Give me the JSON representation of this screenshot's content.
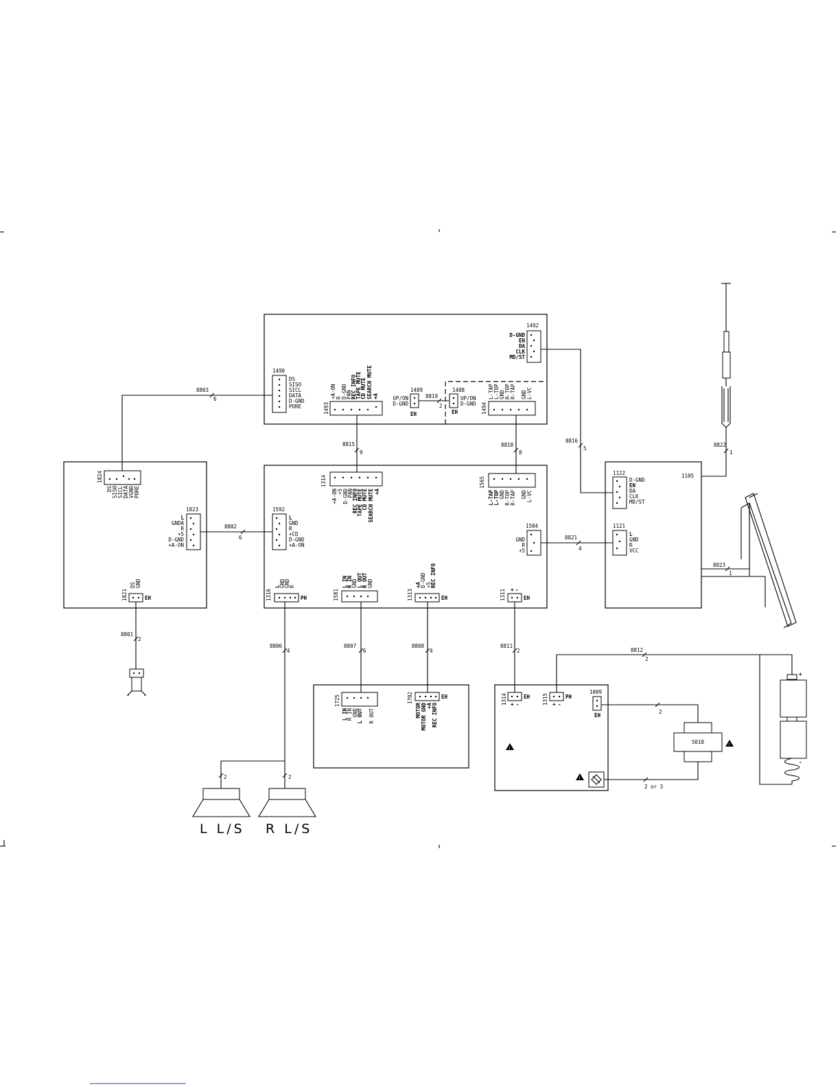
{
  "modules": {
    "top": {
      "c1492": {
        "ref": "1492",
        "pins": [
          "D-GND",
          "EN",
          "DA",
          "CLK",
          "MD/ST"
        ]
      },
      "c1490": {
        "ref": "1490",
        "pins": [
          "DS",
          "SISO",
          "SICL",
          "DATA",
          "D-GND",
          "PORE"
        ]
      },
      "c1493": {
        "ref": "1493",
        "pins": [
          "+A-ON",
          "R",
          "D-GND",
          "PAN",
          "REC INFO",
          "TAPE MUTE",
          "CD MUTE",
          "SEARCH MUTE",
          "+A"
        ]
      },
      "c1489": {
        "ref": "1489",
        "pins": [
          "UP/ON",
          "D-GND"
        ],
        "type": "EH"
      },
      "c1488": {
        "ref": "1488",
        "pins": [
          "UP/ON",
          "D-GND"
        ],
        "type": "EH"
      },
      "c1494": {
        "ref": "1494",
        "pins": [
          "L-TAP",
          "L-TOP",
          "GND",
          "R-TOP",
          "R-TAP",
          "GND",
          "L-VC"
        ]
      },
      "w8819": {
        "ref": "8819",
        "n": "2"
      }
    },
    "left": {
      "c1824": {
        "ref": "1824",
        "pins": [
          "DS",
          "SISO",
          "SICL",
          "DATA",
          "VGND",
          "PORE"
        ]
      },
      "c1823": {
        "ref": "1823",
        "pins": [
          "L",
          "GNDA",
          "R",
          "+5",
          "D-GND",
          "+A-ON"
        ]
      },
      "c1821": {
        "ref": "1821",
        "pins": [
          "DS",
          "GND"
        ],
        "type": "EH"
      }
    },
    "main": {
      "c1314": {
        "ref": "1314",
        "pins": [
          "+A-ON",
          "+5",
          "D-GND",
          "PAN",
          "REC INFO",
          "TAPE MUTE",
          "CD MUTE",
          "SEARCH MUTE",
          "+A"
        ]
      },
      "c1565": {
        "ref": "1565",
        "pins": [
          "L-TAP",
          "L-TOP",
          "GND",
          "R-TOP",
          "R-TAP",
          "GND",
          "L-VC"
        ]
      },
      "c1592": {
        "ref": "1592",
        "pins": [
          "L",
          "GND",
          "R",
          "+CD",
          "D-GND",
          "+A-ON"
        ]
      },
      "c1584": {
        "ref": "1584",
        "pins": [
          "GND",
          "R",
          "+5"
        ]
      },
      "c1316": {
        "ref": "1316",
        "pins": [
          "L",
          "GND",
          "GND",
          "R"
        ],
        "type": "PH"
      },
      "c1581": {
        "ref": "1581",
        "pins": [
          "L IN",
          "R IN",
          "GND",
          "L OUT",
          "R OUT",
          "GND"
        ]
      },
      "c1313": {
        "ref": "1313",
        "pins": [
          "+A",
          "D-GND",
          "+5",
          "REC INFO"
        ],
        "type": "EH"
      },
      "c1311": {
        "ref": "1311",
        "pins": [
          "+",
          "-"
        ],
        "type": "EH"
      }
    },
    "right": {
      "c1122": {
        "ref": "1122",
        "pins": [
          "D-GND",
          "EN",
          "DA",
          "CLK",
          "MD/ST"
        ]
      },
      "c1121": {
        "ref": "1121",
        "pins": [
          "L",
          "GND",
          "R",
          "VCC"
        ]
      },
      "c1105": {
        "ref": "1105"
      }
    },
    "tape": {
      "c1725": {
        "ref": "1725",
        "pins": [
          "L IN",
          "R IN",
          "GND",
          "L OUT",
          "R OUT"
        ]
      },
      "c1702": {
        "ref": "1702",
        "pins": [
          "MOTOR",
          "MOTOR GND",
          "+A",
          "REC INFO"
        ],
        "type": "EH"
      }
    },
    "power": {
      "c1314": {
        "ref": "1314",
        "type": "EH"
      },
      "c1315": {
        "ref": "1315",
        "type": "PH"
      },
      "c1009": {
        "ref": "1009",
        "type": "EH"
      },
      "transformer": {
        "ref": "5018"
      }
    }
  },
  "wires": [
    {
      "id": "w8803",
      "ref": "8803",
      "n": "6"
    },
    {
      "id": "w8815",
      "ref": "8815",
      "n": "9"
    },
    {
      "id": "w8818",
      "ref": "8818",
      "n": "8"
    },
    {
      "id": "w8816",
      "ref": "8816",
      "n": "5"
    },
    {
      "id": "w8822",
      "ref": "8822",
      "n": "1"
    },
    {
      "id": "w8802",
      "ref": "8802",
      "n": "6"
    },
    {
      "id": "w8821",
      "ref": "8821",
      "n": "4"
    },
    {
      "id": "w8823",
      "ref": "8823",
      "n": "1"
    },
    {
      "id": "w8801",
      "ref": "8801",
      "n": "2"
    },
    {
      "id": "w8806",
      "ref": "8806",
      "n": "4"
    },
    {
      "id": "w8807",
      "ref": "8807",
      "n": "6"
    },
    {
      "id": "w8808",
      "ref": "8808",
      "n": "4"
    },
    {
      "id": "w8811",
      "ref": "8811",
      "n": "2"
    },
    {
      "id": "w8812",
      "ref": "8812",
      "n": "2"
    }
  ],
  "misc": {
    "spk_l_n": "2",
    "spk_r_n": "2",
    "trafo_in_n": "2",
    "trafo_out_n": "2 or 3",
    "type_eh": "EH",
    "type_ph": "PH",
    "battery_plus": "+",
    "battery_minus": "-"
  },
  "speakers": {
    "left_label": "L L/S",
    "right_label": "R L/S"
  }
}
